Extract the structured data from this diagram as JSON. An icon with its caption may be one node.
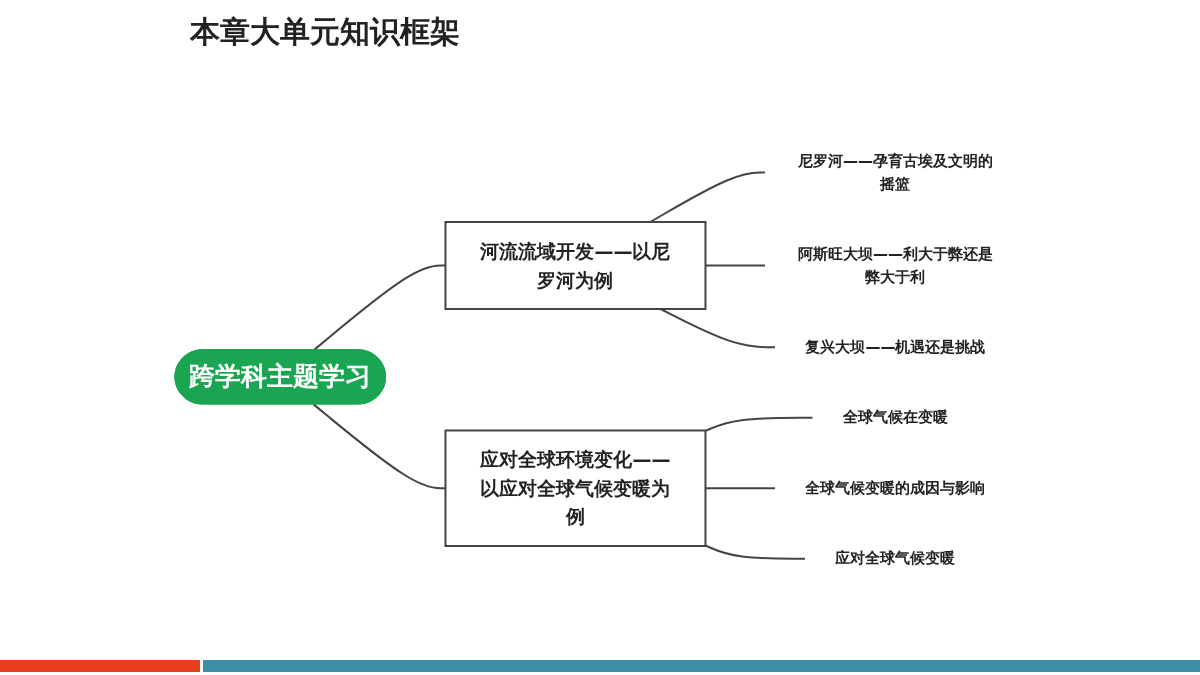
{
  "diagram": {
    "title": "本章大单元知识框架",
    "nodes": [
      {
        "text": [
          "跨学科主题学习"
        ]
      },
      {
        "text": [
          "河流流域开发——以尼罗河为例"
        ]
      },
      {
        "text": [
          "尼罗河——孕育古埃及文明的摇篮"
        ]
      },
      {
        "text": [
          "阿斯旺大坝——利大于弊还是弊大于利"
        ]
      },
      {
        "text": [
          "复兴大坝——机遇还是挑战"
        ]
      },
      {
        "text": [
          "应对全球环境变化——以应对全球气候变暖为例"
        ]
      },
      {
        "text": [
          "全球气候在变暖"
        ]
      },
      {
        "text": [
          "全球气候变暖的成因与影响"
        ]
      },
      {
        "text": [
          "应对全球气候变暖"
        ]
      }
    ],
    "edges": [
      {
        "from": 0,
        "to": 1,
        "arrow": "none"
      },
      {
        "from": 0,
        "to": 5,
        "arrow": "none"
      },
      {
        "from": 1,
        "to": 2,
        "arrow": "none"
      },
      {
        "from": 1,
        "to": 3,
        "arrow": "none"
      },
      {
        "from": 1,
        "to": 4,
        "arrow": "none"
      },
      {
        "from": 5,
        "to": 6,
        "arrow": "none"
      },
      {
        "from": 5,
        "to": 7,
        "arrow": "none"
      },
      {
        "from": 5,
        "to": 8,
        "arrow": "none"
      }
    ]
  }
}
